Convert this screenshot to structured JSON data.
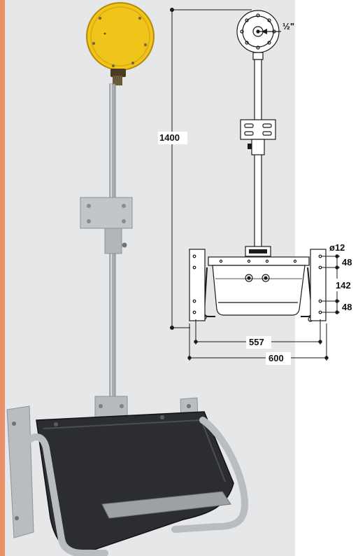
{
  "colors": {
    "accent_strip": "#e8926a",
    "photo_background": "#e6e7e9",
    "float_yellow": "#f0c419",
    "trough_black": "#2b2d31",
    "galvanized": "#b9bcc0",
    "drawing_line": "#1a1a1a"
  },
  "icons": [
    "float-valve-icon",
    "trough-icon"
  ],
  "drawing": {
    "height_label": "1400",
    "pipe_label": "½\"",
    "hole_label": "ø12",
    "hole_spacing_top": "48",
    "hole_spacing_middle": "142",
    "hole_spacing_bottom": "48",
    "inner_width_label": "557",
    "outer_width_label": "600"
  }
}
